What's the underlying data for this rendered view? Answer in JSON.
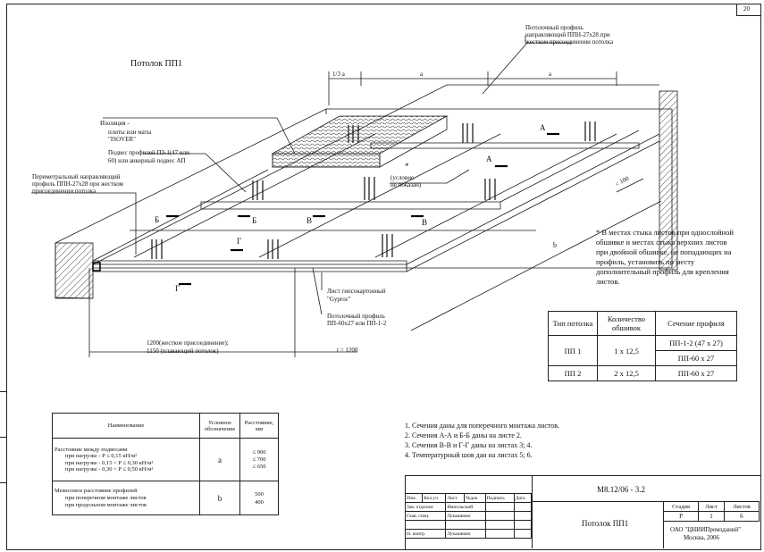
{
  "sheet_number": "20",
  "title": "Потолок ПП1",
  "callouts": {
    "top_profile_1": "Потолочный профиль",
    "top_profile_2": "направляющий ППН-27х28  при",
    "top_profile_3": "жестком присоединении потолка",
    "insulation_1": "Изоляция -",
    "insulation_2": "плиты или маты",
    "insulation_3": "\"ISOVER\"",
    "hanger_1": "Подвес профилей  ПЗ-1(47 или",
    "hanger_2": "60) или анкерный подвес АП",
    "perimeter_1": "Периметральный направляющий",
    "perimeter_2": "профиль ППН-27х28  при жестком",
    "perimeter_3": "присоединении потолка",
    "asterisk": "*",
    "conditional_1": "(условно",
    "conditional_2": "не показан)",
    "board_1": "Лист гипсокартонный",
    "board_2": "\"Gyproc\"",
    "ceiling_profile_1": "Потолочный профиль",
    "ceiling_profile_2": "ПП-60х27 или ПП-1-2",
    "dim_third_a": "1/3 a",
    "dim_a1": "a",
    "dim_a2": "a",
    "dim_100": "< 100",
    "dim_b": "b",
    "dim_1200_1": "1200(жесткое присоединение);",
    "dim_1200_2": "1150 (плавающий потолок)",
    "dim_t": "t = 1200",
    "sec_A1": "А",
    "sec_A2": "А",
    "sec_B1": "Б",
    "sec_B2": "Б",
    "sec_V1": "В",
    "sec_V2": "В",
    "sec_G1": "Г",
    "sec_G2": "Г"
  },
  "footnote": "* В местах стыка листов при однослойной обшивке и местах стыка верхних листов при двойной обшивке, не попадающих на профиль, установить по месту дополнительный профиль для крепления листов.",
  "footnote_lines": [
    "* В местах стыка листов при однослойной",
    "обшивке и местах стыка верхних листов",
    "при двойной обшивке, не попадающих на",
    "профиль, установить по месту",
    "дополнительный профиль для крепления",
    "листов."
  ],
  "profile_table": {
    "headers": [
      "Тип потолка",
      "Количество обшивок",
      "Сечение профиля"
    ],
    "rows": [
      [
        "ПП 1",
        "1 х 12,5",
        "ПП-1-2 (47 х 27)"
      ],
      [
        "",
        "",
        "ПП-60 х 27"
      ],
      [
        "ПП 2",
        "2 х 12,5",
        "ПП-60 х 27"
      ]
    ]
  },
  "load_table": {
    "headers": [
      "Наименование",
      "Условное обозначение",
      "Расстояние, мм"
    ],
    "row1_name": [
      "Расстояние между подвесами",
      "при нагрузке -          P ≤ 0,15 кН/м²",
      "при нагрузке -  0,15 < P ≤ 0,30 кН/м²",
      "при нагрузке -  0,30 < P ≤ 0,50 кН/м²"
    ],
    "row1_symbol": "a",
    "row1_values": [
      "≤ 900",
      "≤ 700",
      "≤ 650"
    ],
    "row2_name": [
      "Межосевое расстояние профилей",
      "при поперечном монтаже листов",
      "при продольном монтаже листов"
    ],
    "row2_symbol": "b",
    "row2_values": [
      "500",
      "400"
    ]
  },
  "notes": [
    "1. Сечения даны для поперечного монтажа листов.",
    "2. Сечения А-А и Б-Б даны на листе 2.",
    "3. Сечения В-В и Г-Г даны на листах 3; 4.",
    "4. Температурный шов дан на листах 5; 6."
  ],
  "stamp": {
    "doc_code": "М8.12/06 - 3.2",
    "doc_title": "Потолок ПП1",
    "cols": [
      "Изм.",
      "Кол.уч",
      "Лист",
      "№док",
      "Подпись",
      "Дата"
    ],
    "role1": "Зав. отделом",
    "name1": "Ямпольский",
    "role2": "Глав. спец.",
    "name2": "Лукашевич",
    "role3": "Н. контр.",
    "name3": "Лукашевич",
    "stage_label": "Стадия",
    "sheet_label": "Лист",
    "sheets_label": "Листов",
    "stage": "Р",
    "sheet": "1",
    "sheets": "6",
    "org": "ОАО \"ЦНИИПромзданий\"",
    "city": "Москва, 2006"
  }
}
